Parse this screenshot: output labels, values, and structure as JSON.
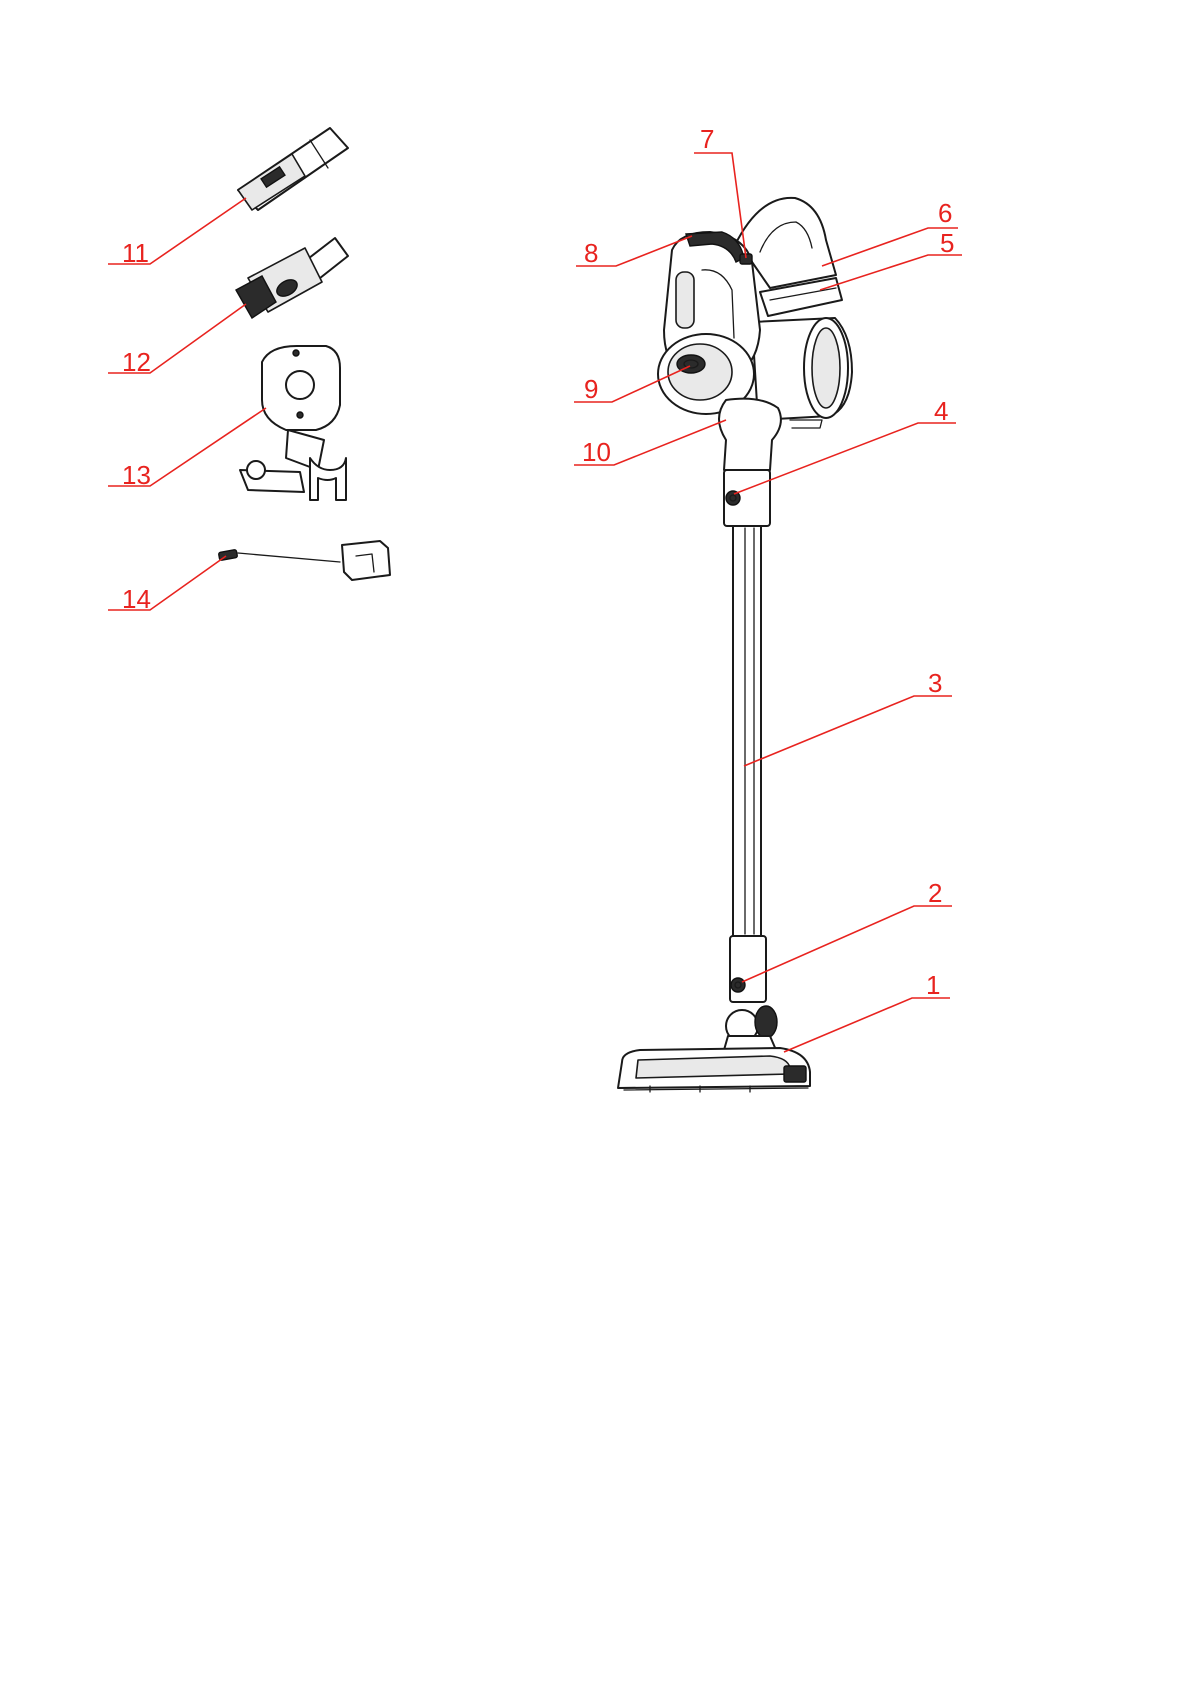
{
  "colors": {
    "callout": "#e8231f",
    "line": "#1a1a1a",
    "background": "#ffffff"
  },
  "callouts": [
    {
      "id": "1",
      "label": "1"
    },
    {
      "id": "2",
      "label": "2"
    },
    {
      "id": "3",
      "label": "3"
    },
    {
      "id": "4",
      "label": "4"
    },
    {
      "id": "5",
      "label": "5"
    },
    {
      "id": "6",
      "label": "6"
    },
    {
      "id": "7",
      "label": "7"
    },
    {
      "id": "8",
      "label": "8"
    },
    {
      "id": "9",
      "label": "9"
    },
    {
      "id": "10",
      "label": "10"
    },
    {
      "id": "11",
      "label": "11"
    },
    {
      "id": "12",
      "label": "12"
    },
    {
      "id": "13",
      "label": "13"
    },
    {
      "id": "14",
      "label": "14"
    }
  ]
}
